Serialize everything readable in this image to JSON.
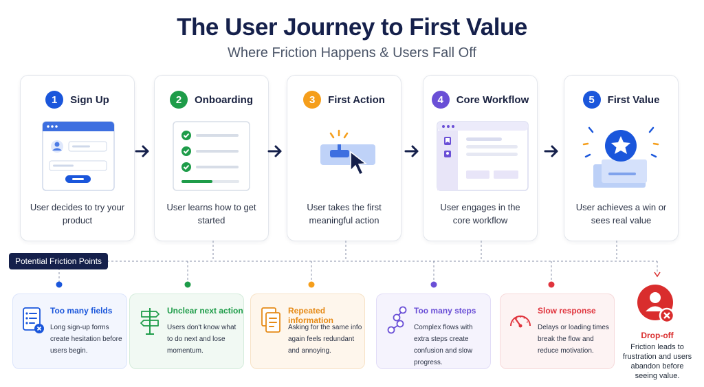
{
  "header": {
    "title": "The User Journey to First Value",
    "subtitle": "Where Friction Happens & Users Fall Off"
  },
  "stages": [
    {
      "number": "1",
      "title": "Sign Up",
      "description": "User decides to try your product",
      "color": "#1a56db"
    },
    {
      "number": "2",
      "title": "Onboarding",
      "description": "User learns how to get started",
      "color": "#1e9c49"
    },
    {
      "number": "3",
      "title": "First Action",
      "description": "User takes the first meaningful action",
      "color": "#f59e1b"
    },
    {
      "number": "4",
      "title": "Core Workflow",
      "description": "User engages in the core workflow",
      "color": "#6a4fd6"
    },
    {
      "number": "5",
      "title": "First Value",
      "description": "User achieves a win or sees real value",
      "color": "#1a56db"
    }
  ],
  "friction": {
    "label": "Potential Friction Points",
    "points": [
      {
        "title": "Too many fields",
        "description": "Long sign-up forms create hesitation before users begin.",
        "color": "#1a56db",
        "bg": "#f3f6fe",
        "border": "#dbe4fb"
      },
      {
        "title": "Unclear next action",
        "description": "Users don't know what to do next and lose momentum.",
        "color": "#1e9c49",
        "bg": "#f1f9f3",
        "border": "#d4ecdb"
      },
      {
        "title": "Repeated information",
        "description": "Asking for the same info again feels redundant and annoying.",
        "color": "#e58a17",
        "bg": "#fef6ec",
        "border": "#f7e2c6"
      },
      {
        "title": "Too many steps",
        "description": "Complex flows with extra steps create confusion and slow progress.",
        "color": "#6a4fd6",
        "bg": "#f5f3fd",
        "border": "#e1dcf7"
      },
      {
        "title": "Slow response",
        "description": "Delays or loading times break the flow and reduce motivation.",
        "color": "#e0343d",
        "bg": "#fdf3f3",
        "border": "#f6d9da"
      }
    ]
  },
  "dropoff": {
    "title": "Drop-off",
    "description": "Friction leads to frustration and users abandon before seeing value.",
    "color": "#d92d2d"
  },
  "colors": {
    "navy": "#15204b",
    "connector": "#8891aa"
  }
}
